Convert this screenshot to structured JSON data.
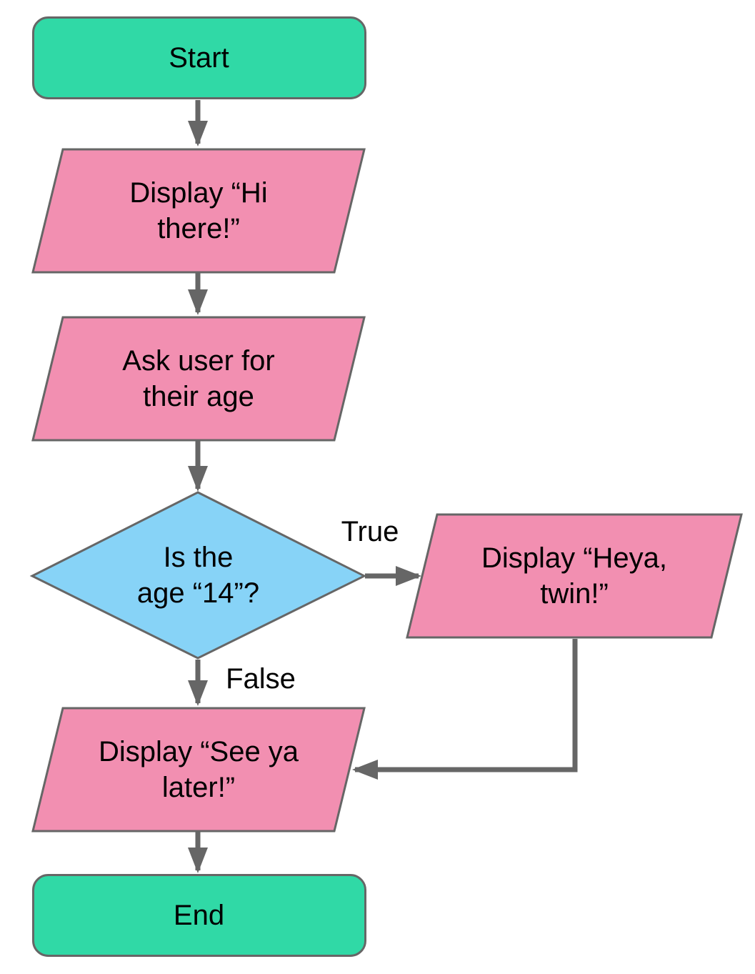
{
  "diagram": {
    "type": "flowchart",
    "background": "#ffffff",
    "colors": {
      "terminator_fill": "#30d9a6",
      "io_fill": "#f28fb1",
      "decision_fill": "#87d3f7",
      "stroke": "#666666",
      "text": "#000000"
    },
    "nodes": {
      "start": {
        "shape": "terminator",
        "label": "Start"
      },
      "display_hi_there": {
        "shape": "parallelogram-io",
        "label": "Display “Hi\nthere!”"
      },
      "ask_age": {
        "shape": "parallelogram-io",
        "label": "Ask user for\ntheir age"
      },
      "age_check": {
        "shape": "decision-diamond",
        "label": "Is the\nage “14”?"
      },
      "display_heya_twin": {
        "shape": "parallelogram-io",
        "label": "Display “Heya,\ntwin!”"
      },
      "display_see_ya_later": {
        "shape": "parallelogram-io",
        "label": "Display “See ya\nlater!”"
      },
      "end": {
        "shape": "terminator",
        "label": "End"
      }
    },
    "edges": {
      "true_branch_label": "True",
      "false_branch_label": "False"
    }
  }
}
